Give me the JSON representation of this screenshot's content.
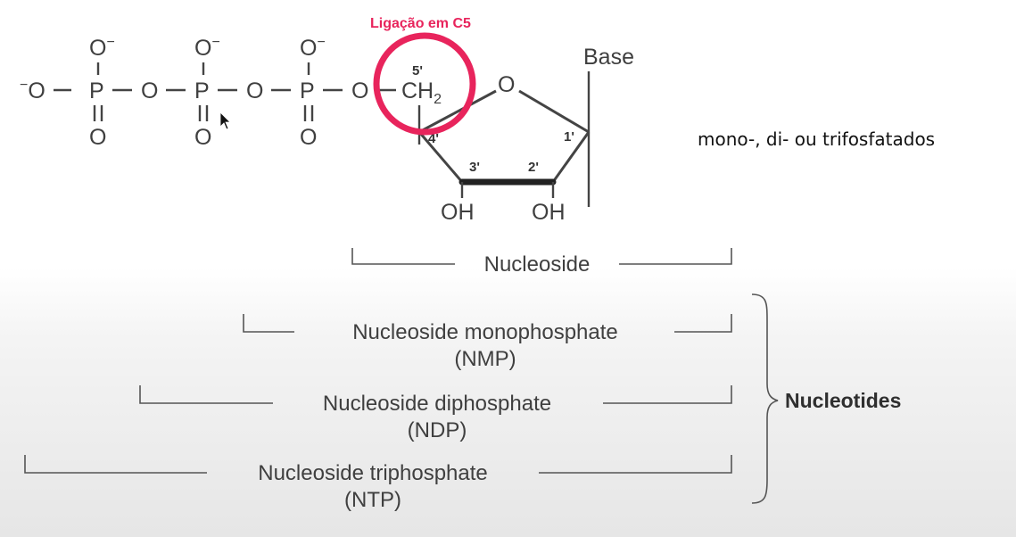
{
  "annotation": {
    "text": "Ligação em C5",
    "color": "#e8245c"
  },
  "side_note": "mono-, di- ou trifosfatados",
  "molecule": {
    "oxygen": "O",
    "phosphorus": "P",
    "minus": "−",
    "ch": "CH",
    "sub2": "2",
    "ring_oxygen": "O",
    "base": "Base",
    "oh_left": "OH",
    "oh_right": "OH",
    "positions": {
      "c5": "5'",
      "c4": "4'",
      "c3": "3'",
      "c2": "2'",
      "c1": "1'"
    }
  },
  "brackets": {
    "nucleoside": "Nucleoside",
    "nmp": {
      "line1": "Nucleoside monophosphate",
      "line2": "(NMP)"
    },
    "ndp": {
      "line1": "Nucleoside diphosphate",
      "line2": "(NDP)"
    },
    "ntp": {
      "line1": "Nucleoside triphosphate",
      "line2": "(NTP)"
    },
    "group_label": "Nucleotides"
  }
}
